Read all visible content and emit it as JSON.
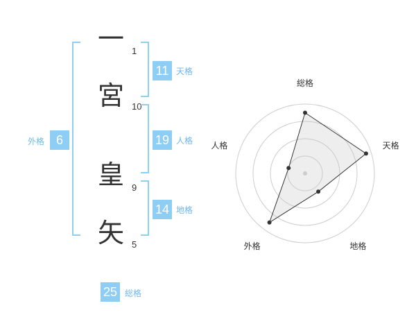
{
  "colors": {
    "bracket": "#8ecdf4",
    "badge": "#8ecdf4",
    "label": "#6fb8e8"
  },
  "name": {
    "chars": [
      {
        "char": "一",
        "strokes": "1"
      },
      {
        "char": "宮",
        "strokes": "10"
      },
      {
        "char": "皇",
        "strokes": "9"
      },
      {
        "char": "矢",
        "strokes": "5"
      }
    ]
  },
  "fortunes": {
    "tenkaku": {
      "value": "11",
      "label": "天格"
    },
    "jinkaku": {
      "value": "19",
      "label": "人格"
    },
    "chikaku": {
      "value": "14",
      "label": "地格"
    },
    "gaikaku": {
      "value": "6",
      "label": "外格"
    },
    "soukaku": {
      "value": "25",
      "label": "総格"
    }
  },
  "chart_data": {
    "type": "radar",
    "axes": [
      "総格",
      "天格",
      "地格",
      "外格",
      "人格"
    ],
    "rings": 4,
    "max": 4,
    "values": [
      3.5,
      3.7,
      1.3,
      3.5,
      1.0
    ]
  }
}
